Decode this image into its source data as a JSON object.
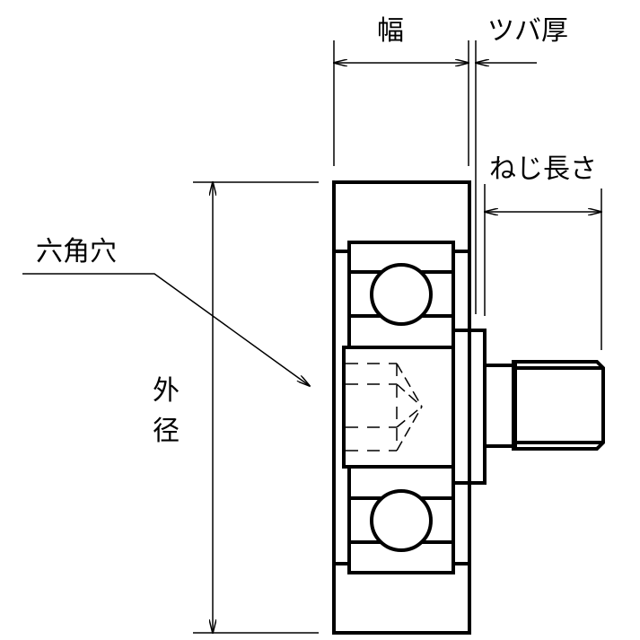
{
  "labels": {
    "width": "幅",
    "flange_thickness": "ツバ厚",
    "thread_length": "ねじ長さ",
    "hex_hole": "六角穴",
    "outer_diameter_line1": "外",
    "outer_diameter_line2": "径"
  },
  "colors": {
    "line": "#000000",
    "background": "#ffffff"
  }
}
